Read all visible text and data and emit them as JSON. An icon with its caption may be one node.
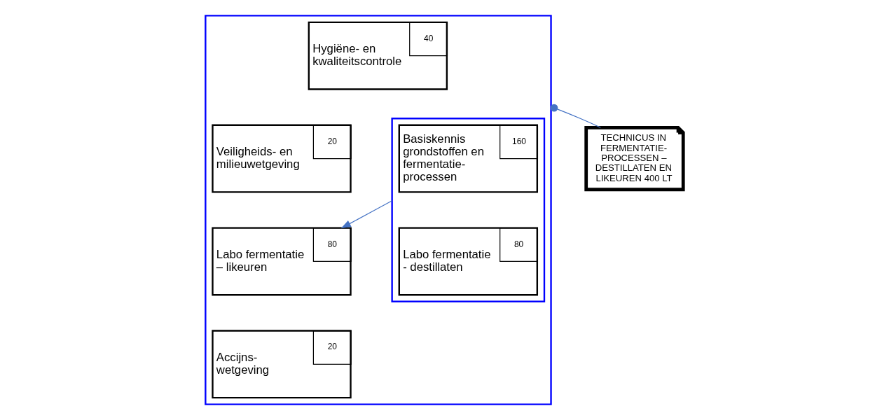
{
  "diagram": {
    "nodes": [
      {
        "text": [],
        "shape": "box"
      },
      {
        "text": [],
        "shape": "box",
        "in": 0
      },
      {
        "text": [
          "Basiskennis grondstoffen en fermentatie- processen",
          "160"
        ],
        "in": 1
      },
      {
        "text": [
          "Labo fermentatie - destillaten",
          "80"
        ],
        "in": 1
      },
      {
        "text": [
          "Hygiëne- en kwaliteitscontrole",
          "40"
        ],
        "in": 0
      },
      {
        "text": [
          "Veiligheids- en milieuwetgeving",
          "20"
        ],
        "in": 0
      },
      {
        "text": [
          "Labo fermentatie – likeuren",
          "80"
        ],
        "in": 0
      },
      {
        "text": [
          "Accijns- wetgeving",
          "20"
        ],
        "in": 0
      },
      {
        "text": [
          "TECHNICUS IN FERMENTATIE- PROCESSEN – DESTILLATEN EN LIKEUREN 400 LT"
        ]
      }
    ],
    "edges": [
      {
        "from": 1,
        "to": 6,
        "arrow": "to"
      },
      {
        "from": 0,
        "to": 8,
        "arrow": "other"
      }
    ]
  }
}
